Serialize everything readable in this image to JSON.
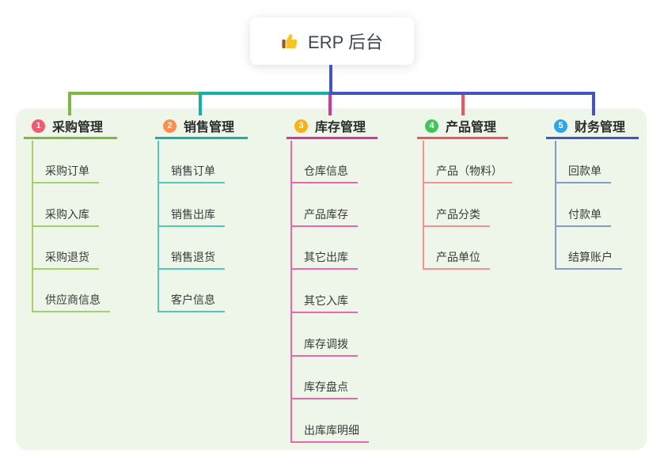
{
  "root": {
    "label": "ERP 后台",
    "icon": "thumbs-up-icon"
  },
  "branches": [
    {
      "badge": "1",
      "label": "采购管理",
      "line_color": "#7cb93e",
      "child_line_color": "#a3d06a",
      "badge_color": "#f5576c",
      "children": [
        "采购订单",
        "采购入库",
        "采购退货",
        "供应商信息"
      ]
    },
    {
      "badge": "2",
      "label": "销售管理",
      "line_color": "#12b2a6",
      "child_line_color": "#52c7bb",
      "badge_color": "#fd8e4e",
      "children": [
        "销售订单",
        "销售出库",
        "销售退货",
        "客户信息"
      ]
    },
    {
      "badge": "3",
      "label": "库存管理",
      "line_color": "#d6369b",
      "child_line_color": "#ee66a8",
      "badge_color": "#f9b115",
      "children": [
        "仓库信息",
        "产品库存",
        "其它出库",
        "其它入库",
        "库存调拨",
        "库存盘点",
        "出库库明细"
      ]
    },
    {
      "badge": "4",
      "label": "产品管理",
      "line_color": "#f0545e",
      "child_line_color": "#f59093",
      "badge_color": "#42c45c",
      "children": [
        "产品（物料）",
        "产品分类",
        "产品单位"
      ]
    },
    {
      "badge": "5",
      "label": "财务管理",
      "line_color": "#4355c4",
      "child_line_color": "#8399d1",
      "badge_color": "#2ba6e8",
      "children": [
        "回款单",
        "付款单",
        "结算账户"
      ]
    }
  ],
  "colors": {
    "panel_background": "#edf6e8",
    "root_stem": "#4355c4",
    "root_text": "#3c4657"
  }
}
